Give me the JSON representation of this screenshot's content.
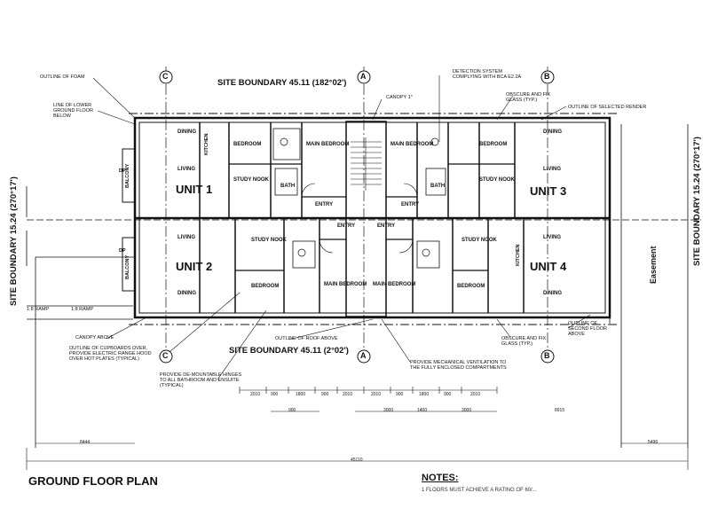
{
  "title": "GROUND FLOOR PLAN",
  "notes_heading": "NOTES:",
  "notes_line": "1 FLOORS MUST ACHIEVE A RATING OF 60/...",
  "boundaries": {
    "top": "SITE BOUNDARY 45.11 (182°02')",
    "bottom": "SITE BOUNDARY 45.11 (2°02')",
    "left": "SITE BOUNDARY 15.24 (270°17')",
    "right": "SITE BOUNDARY 15.24 (270°17')"
  },
  "sections": {
    "c": "C",
    "a": "A",
    "b": "B"
  },
  "units": [
    "UNIT 1",
    "UNIT 2",
    "UNIT 3",
    "UNIT 4"
  ],
  "easement": "Easement",
  "annotations": {
    "outline_foam": "OUTLINE OF FOAM",
    "lower_ground": "LINE OF LOWER GROUND FLOOR BELOW",
    "canopy_top": "CANOPY 1°",
    "detection": "DETECTION SYSTEM COMPLYING WITH BCA E2.2A",
    "obscure_top": "OBSCURE AND FIX GLASS (TYP.)",
    "outline_render": "OUTLINE OF SELECTED RENDER",
    "canopy_above": "CANOPY ABOVE",
    "cupboards": "OUTLINE OF CUPBOARDS OVER, PROVIDE ELECTRIC RANGE HOOD OVER HOT PLATES (TYPICAL)",
    "hinges": "PROVIDE DE-MOUNTABLE HINGES TO ALL BATHROOM AND ENSUITE (TYPICAL)",
    "roof_above": "OUTLINE OF ROOF ABOVE",
    "ventilation": "PROVIDE MECHANICAL VENTILATION TO THE FULLY ENCLOSED COMPARTMENTS",
    "obscure_bottom": "OBSCURE AND FIX GLASS (TYP.)",
    "second_floor": "OUTLINE OF SECOND FLOOR ABOVE",
    "ramp1": "1:8 RAMP",
    "ramp2": "1:8 RAMP"
  },
  "rooms": {
    "dining": "DINING",
    "living": "LIVING",
    "kitchen": "KITCHEN",
    "balcony": "BALCONY",
    "bedroom": "BEDROOM",
    "main_bedroom": "MAIN BEDROOM",
    "study_nook": "STUDY NOOK",
    "bath": "BATH",
    "entry": "ENTRY",
    "dp": "DP"
  },
  "dims": {
    "row1": [
      "2010",
      "900",
      "1800",
      "900",
      "2010",
      "2010",
      "900",
      "1800",
      "900",
      "2010"
    ],
    "row2": [
      "3000",
      "1400",
      "3000",
      "8915"
    ],
    "short": "900",
    "left": "8444",
    "total": "45110",
    "right": "5496"
  }
}
